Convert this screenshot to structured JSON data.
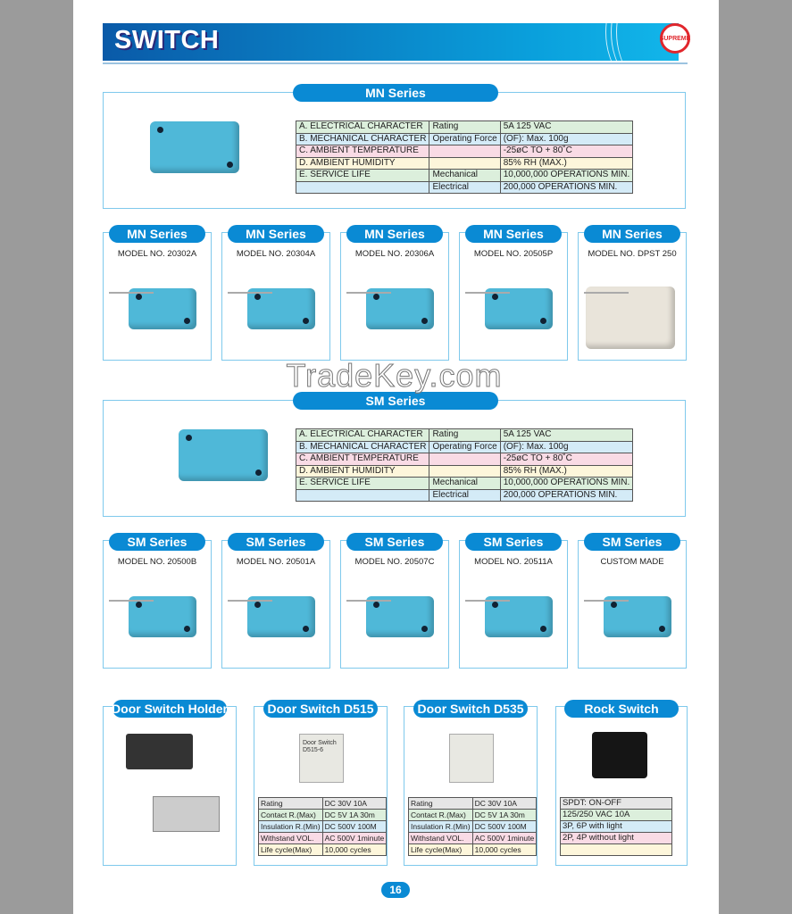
{
  "header": {
    "title": "SWITCH",
    "logo_text": "SUPREME"
  },
  "mn": {
    "title": "MN Series",
    "table": [
      [
        "A. ELECTRICAL CHARACTER",
        "Rating",
        "5A 125 VAC"
      ],
      [
        "B. MECHANICAL CHARACTER",
        "Operating Force",
        "(OF): Max. 100g"
      ],
      [
        "C. AMBIENT TEMPERATURE",
        "",
        "-25øC TO + 80˚C"
      ],
      [
        "D. AMBIENT HUMIDITY",
        "",
        "85% RH (MAX.)"
      ],
      [
        "E. SERVICE LIFE",
        "Mechanical",
        "10,000,000 OPERATIONS MIN."
      ],
      [
        "",
        "Electrical",
        "200,000 OPERATIONS MIN."
      ]
    ],
    "cards": [
      {
        "title": "MN Series",
        "model": "MODEL NO. 20302A"
      },
      {
        "title": "MN Series",
        "model": "MODEL NO. 20304A"
      },
      {
        "title": "MN Series",
        "model": "MODEL NO. 20306A"
      },
      {
        "title": "MN Series",
        "model": "MODEL NO. 20505P"
      },
      {
        "title": "MN Series",
        "model": "MODEL NO. DPST 250"
      }
    ]
  },
  "sm": {
    "title": "SM Series",
    "table": [
      [
        "A. ELECTRICAL CHARACTER",
        "Rating",
        "5A 125 VAC"
      ],
      [
        "B. MECHANICAL CHARACTER",
        "Operating Force",
        "(OF): Max. 100g"
      ],
      [
        "C. AMBIENT TEMPERATURE",
        "",
        "-25øC TO + 80˚C"
      ],
      [
        "D. AMBIENT HUMIDITY",
        "",
        "85% RH (MAX.)"
      ],
      [
        "E. SERVICE LIFE",
        "Mechanical",
        "10,000,000 OPERATIONS MIN."
      ],
      [
        "",
        "Electrical",
        "200,000 OPERATIONS MIN."
      ]
    ],
    "cards": [
      {
        "title": "SM Series",
        "model": "MODEL NO. 20500B"
      },
      {
        "title": "SM Series",
        "model": "MODEL NO. 20501A"
      },
      {
        "title": "SM Series",
        "model": "MODEL NO. 20507C"
      },
      {
        "title": "SM Series",
        "model": "MODEL NO. 20511A"
      },
      {
        "title": "SM Series",
        "model": "CUSTOM  MADE"
      }
    ]
  },
  "bottom": [
    {
      "title": "Door Switch Holder",
      "table": []
    },
    {
      "title": "Door Switch D515",
      "label": "Door Switch D515-6",
      "table": [
        [
          "Rating",
          "DC 30V 10A"
        ],
        [
          "Contact R.(Max)",
          "DC 5V 1A 30m"
        ],
        [
          "Insulation R.(Min)",
          "DC 500V 100M"
        ],
        [
          "Withstand VOL.",
          "AC 500V 1minute"
        ],
        [
          "Life cycle(Max)",
          "10,000 cycles"
        ]
      ]
    },
    {
      "title": "Door Switch D535",
      "table": [
        [
          "Rating",
          "DC 30V 10A"
        ],
        [
          "Contact R.(Max)",
          "DC 5V 1A 30m"
        ],
        [
          "Insulation R.(Min)",
          "DC 500V 100M"
        ],
        [
          "Withstand VOL.",
          "AC 500V 1minute"
        ],
        [
          "Life cycle(Max)",
          "10,000 cycles"
        ]
      ]
    },
    {
      "title": "Rock Switch",
      "table": [
        [
          "SPDT: ON-OFF"
        ],
        [
          "125/250 VAC 10A"
        ],
        [
          "3P, 6P with light"
        ],
        [
          "2P, 4P without light"
        ],
        [
          ""
        ]
      ]
    }
  ],
  "watermark": "TradeKey.com",
  "page_number": "16",
  "colors": {
    "accent": "#0a8ad4",
    "border": "#7fc9ec"
  }
}
